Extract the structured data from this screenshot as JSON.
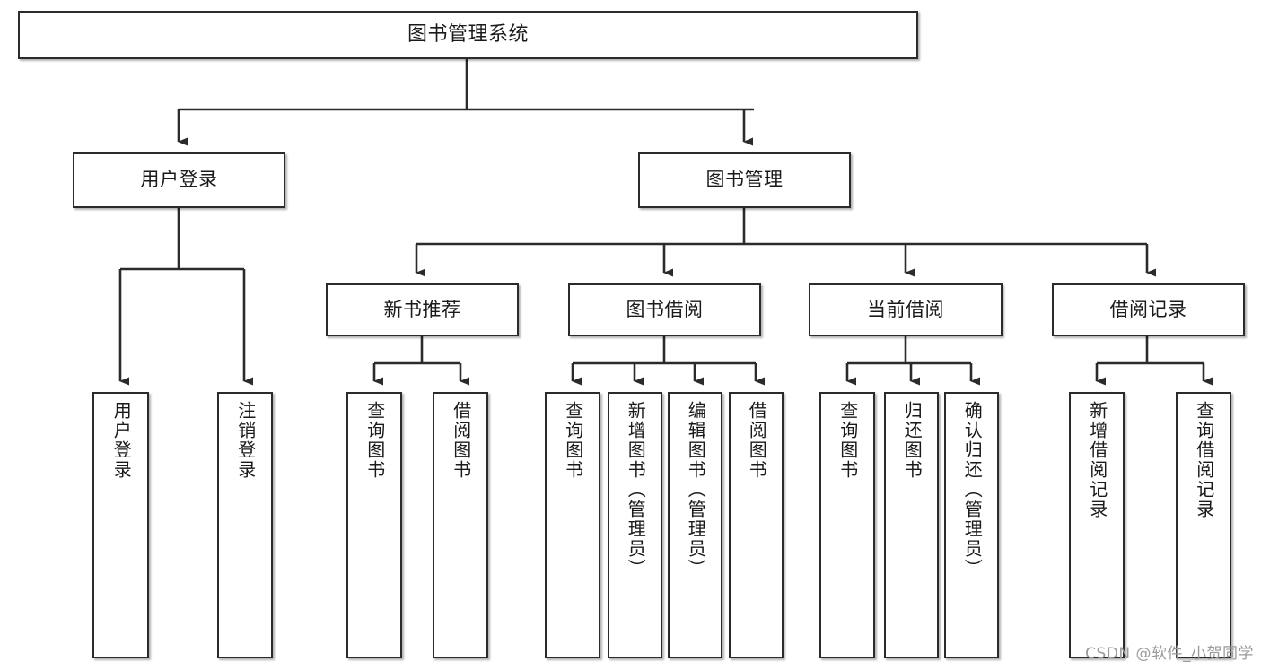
{
  "diagram": {
    "title": "图书管理系统",
    "type": "tree-hierarchy-chart",
    "colors": {
      "box_border": "#2b2b2b",
      "box_fill": "#ffffff",
      "edge": "#2b2b2b",
      "text": "#1a1a1a",
      "watermark": "#9a9a9a",
      "background": "#ffffff"
    },
    "root": {
      "label": "图书管理系统"
    },
    "level2": [
      {
        "label": "用户登录"
      },
      {
        "label": "图书管理"
      }
    ],
    "level3": [
      {
        "label": "新书推荐"
      },
      {
        "label": "图书借阅"
      },
      {
        "label": "当前借阅"
      },
      {
        "label": "借阅记录"
      }
    ],
    "leaves": {
      "user_login": [
        {
          "label": "用户登录"
        },
        {
          "label": "注销登录"
        }
      ],
      "new_book_recommend": [
        {
          "label": "查询图书"
        },
        {
          "label": "借阅图书"
        }
      ],
      "book_borrow": [
        {
          "label": "查询图书"
        },
        {
          "label": "新增图书（管理员）"
        },
        {
          "label": "编辑图书（管理员）"
        },
        {
          "label": "借阅图书"
        }
      ],
      "current_borrow": [
        {
          "label": "查询图书"
        },
        {
          "label": "归还图书"
        },
        {
          "label": "确认归还（管理员）"
        }
      ],
      "borrow_record": [
        {
          "label": "新增借阅记录"
        },
        {
          "label": "查询借阅记录"
        }
      ]
    }
  },
  "watermark": {
    "text": "CSDN @软件_小贺同学"
  }
}
